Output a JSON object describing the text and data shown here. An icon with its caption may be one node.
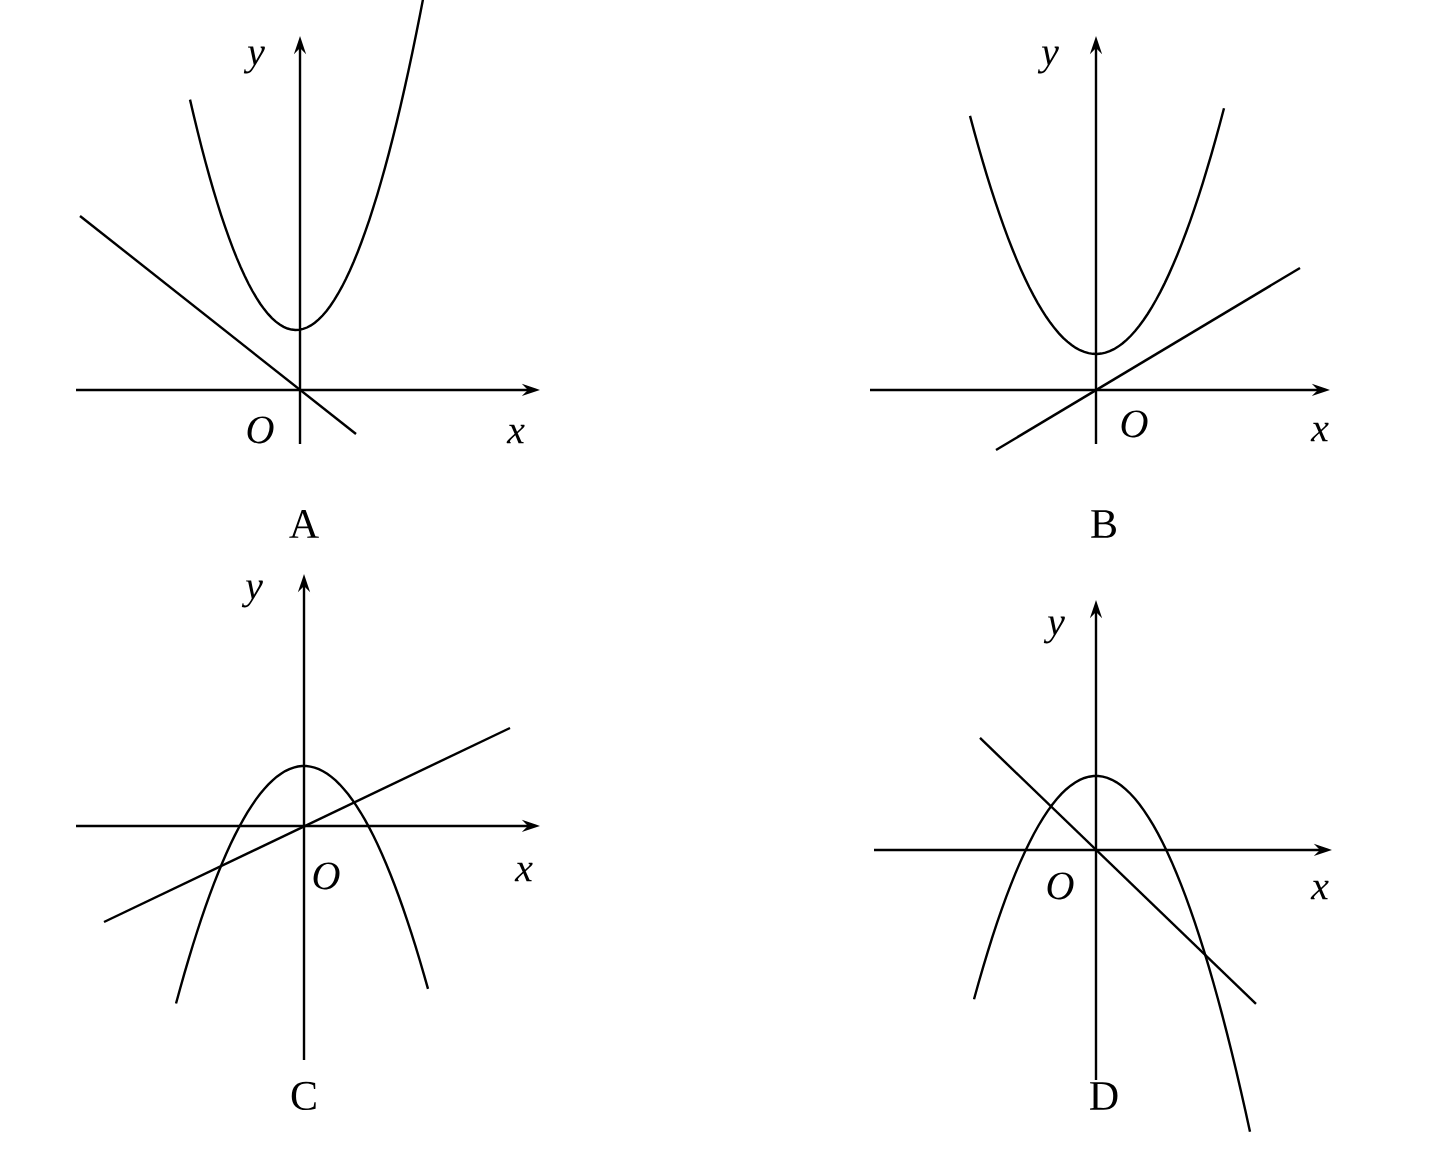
{
  "diagram": {
    "labels": [
      "y",
      "O",
      "x",
      "A",
      "y",
      "O",
      "x",
      "B",
      "y",
      "O",
      "x",
      "C",
      "y",
      "O",
      "x",
      "D"
    ]
  }
}
